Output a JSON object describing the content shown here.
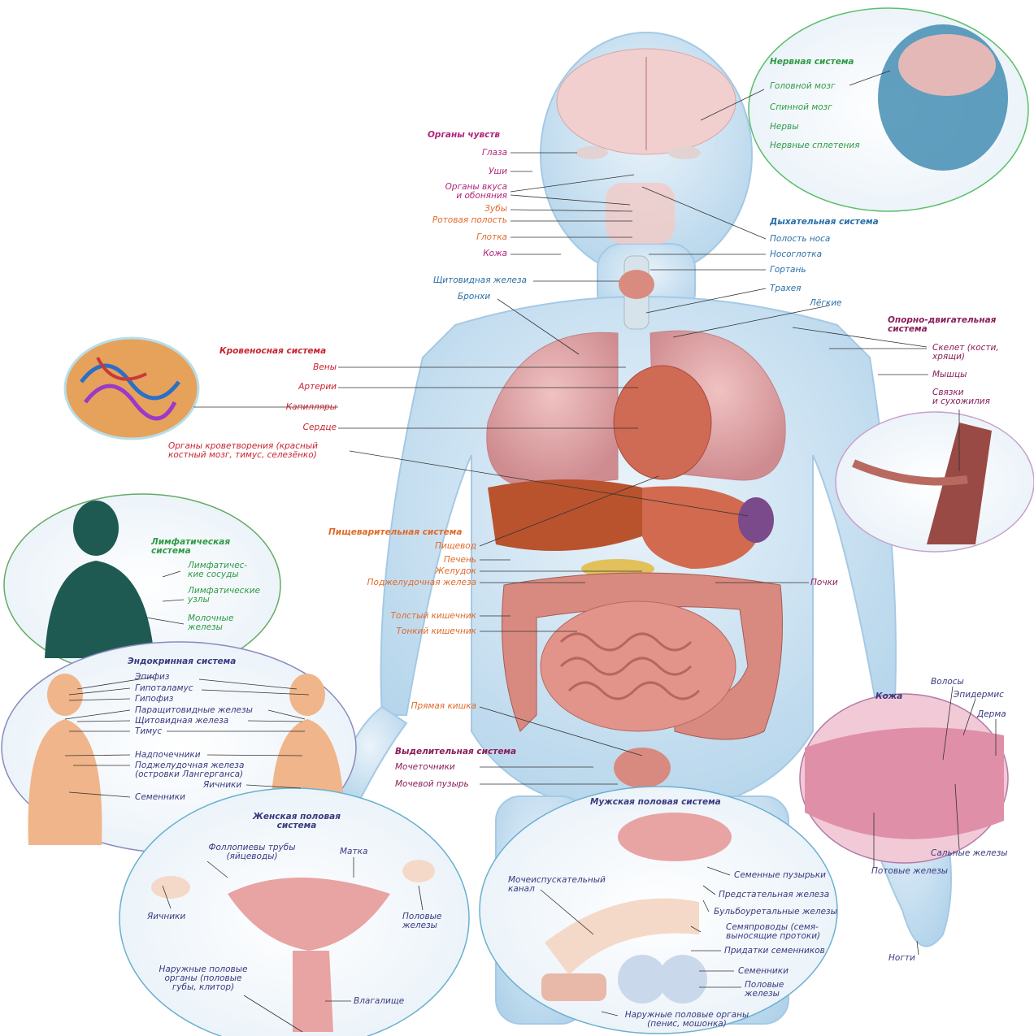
{
  "sense": {
    "title": "Органы чувств",
    "items": [
      "Глаза",
      "Уши",
      "Органы вкуса\nи обоняния",
      "Зубы",
      "Ротовая полость",
      "Глотка",
      "Кожа"
    ]
  },
  "nervous": {
    "title": "Нервная система",
    "items": [
      "Головной мозг",
      "Спинной мозг",
      "Нервы",
      "Нервные сплетения"
    ]
  },
  "respiratory": {
    "title": "Дыхательная система",
    "items": [
      "Полость носа",
      "Носоглотка",
      "Гортань",
      "Трахея",
      "Лёгкие"
    ]
  },
  "thyroid": "Щитовидная железа",
  "bronchi": "Бронхи",
  "musculo": {
    "title": "Опорно-двигательная\nсистема",
    "items": [
      "Скелет (кости,\nхрящи)",
      "Мышцы",
      "Связки\nи сухожилия"
    ]
  },
  "circulatory": {
    "title": "Кровеносная система",
    "items": [
      "Вены",
      "Артерии",
      "Капилляры",
      "Сердце",
      "Органы кроветворения (красный\nкостный мозг, тимус, селезёнко)"
    ]
  },
  "digestive": {
    "title": "Пищеварительная система",
    "items": [
      "Пищевод",
      "Печень",
      "Желудок",
      "Поджелудочная железа",
      "Толстый кишечник",
      "Тонкий кишечник",
      "Прямая кишка"
    ]
  },
  "kidneys": "Почки",
  "lymph": {
    "title": "Лимфатическая\nсистема",
    "items": [
      "Лимфатичес-\nкие сосуды",
      "Лимфатические\nузлы",
      "Молочные\nжелезы"
    ]
  },
  "endocrine": {
    "title": "Эндокринная система",
    "items": [
      "Эпифиз",
      "Гипоталамус",
      "Гипофиз",
      "Паращитовидные железы",
      "Щитовидная железа",
      "Тимус",
      "Надпочечники",
      "Поджелудочная железа\n(островки Лангерганса)",
      "Яичники",
      "Семенники"
    ]
  },
  "excretory": {
    "title": "Выделительная система",
    "items": [
      "Мочеточники",
      "Мочевой пузырь"
    ]
  },
  "skin": {
    "title": "Кожа",
    "items": [
      "Волосы",
      "Эпидермис",
      "Дерма",
      "Сальные железы",
      "Потовые железы"
    ]
  },
  "nails": "Ногти",
  "female": {
    "title": "Женская половая\nсистема",
    "items": [
      "Фоллопиевы трубы\n(яйцеводы)",
      "Матка",
      "Яичники",
      "Половые\nжелезы",
      "Наружные половые\nорганы (половые\nгубы, клитор)",
      "Влагалище"
    ]
  },
  "male": {
    "title": "Мужская половая система",
    "items": [
      "Мочеиспускательный\nканал",
      "Семенные пузырьки",
      "Предстательная железа",
      "Бульбоуретальные железы",
      "Семяпроводы (семя-\nвыносящие протоки)",
      "Придатки семенников",
      "Семенники",
      "Половые\nжелезы",
      "Наружные половые органы\n(пенис, мошонка)"
    ]
  },
  "colors": {
    "body": "#bcd9ee",
    "organ": "#d98a80",
    "lung": "#e6a9a9",
    "liver": "#b8532e",
    "leader": "#333333"
  }
}
